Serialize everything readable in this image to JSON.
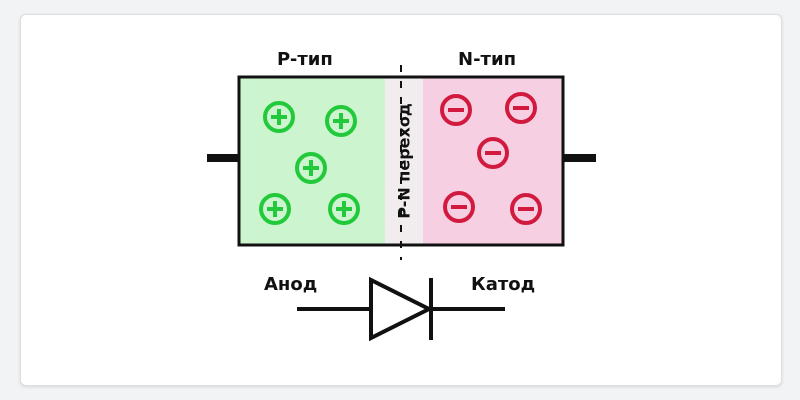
{
  "labels": {
    "p_type": "P-тип",
    "n_type": "N-тип",
    "junction": "P-N переход",
    "anode": "Анод",
    "cathode": "Катод"
  },
  "colors": {
    "p_fill": "#ccf5cf",
    "n_fill": "#f7cfe2",
    "positive": "#22c93a",
    "negative": "#d11a3e",
    "outline": "#111111"
  },
  "charges": {
    "p_region_symbol": "+",
    "n_region_symbol": "−",
    "p_count": 5,
    "n_count": 5
  }
}
